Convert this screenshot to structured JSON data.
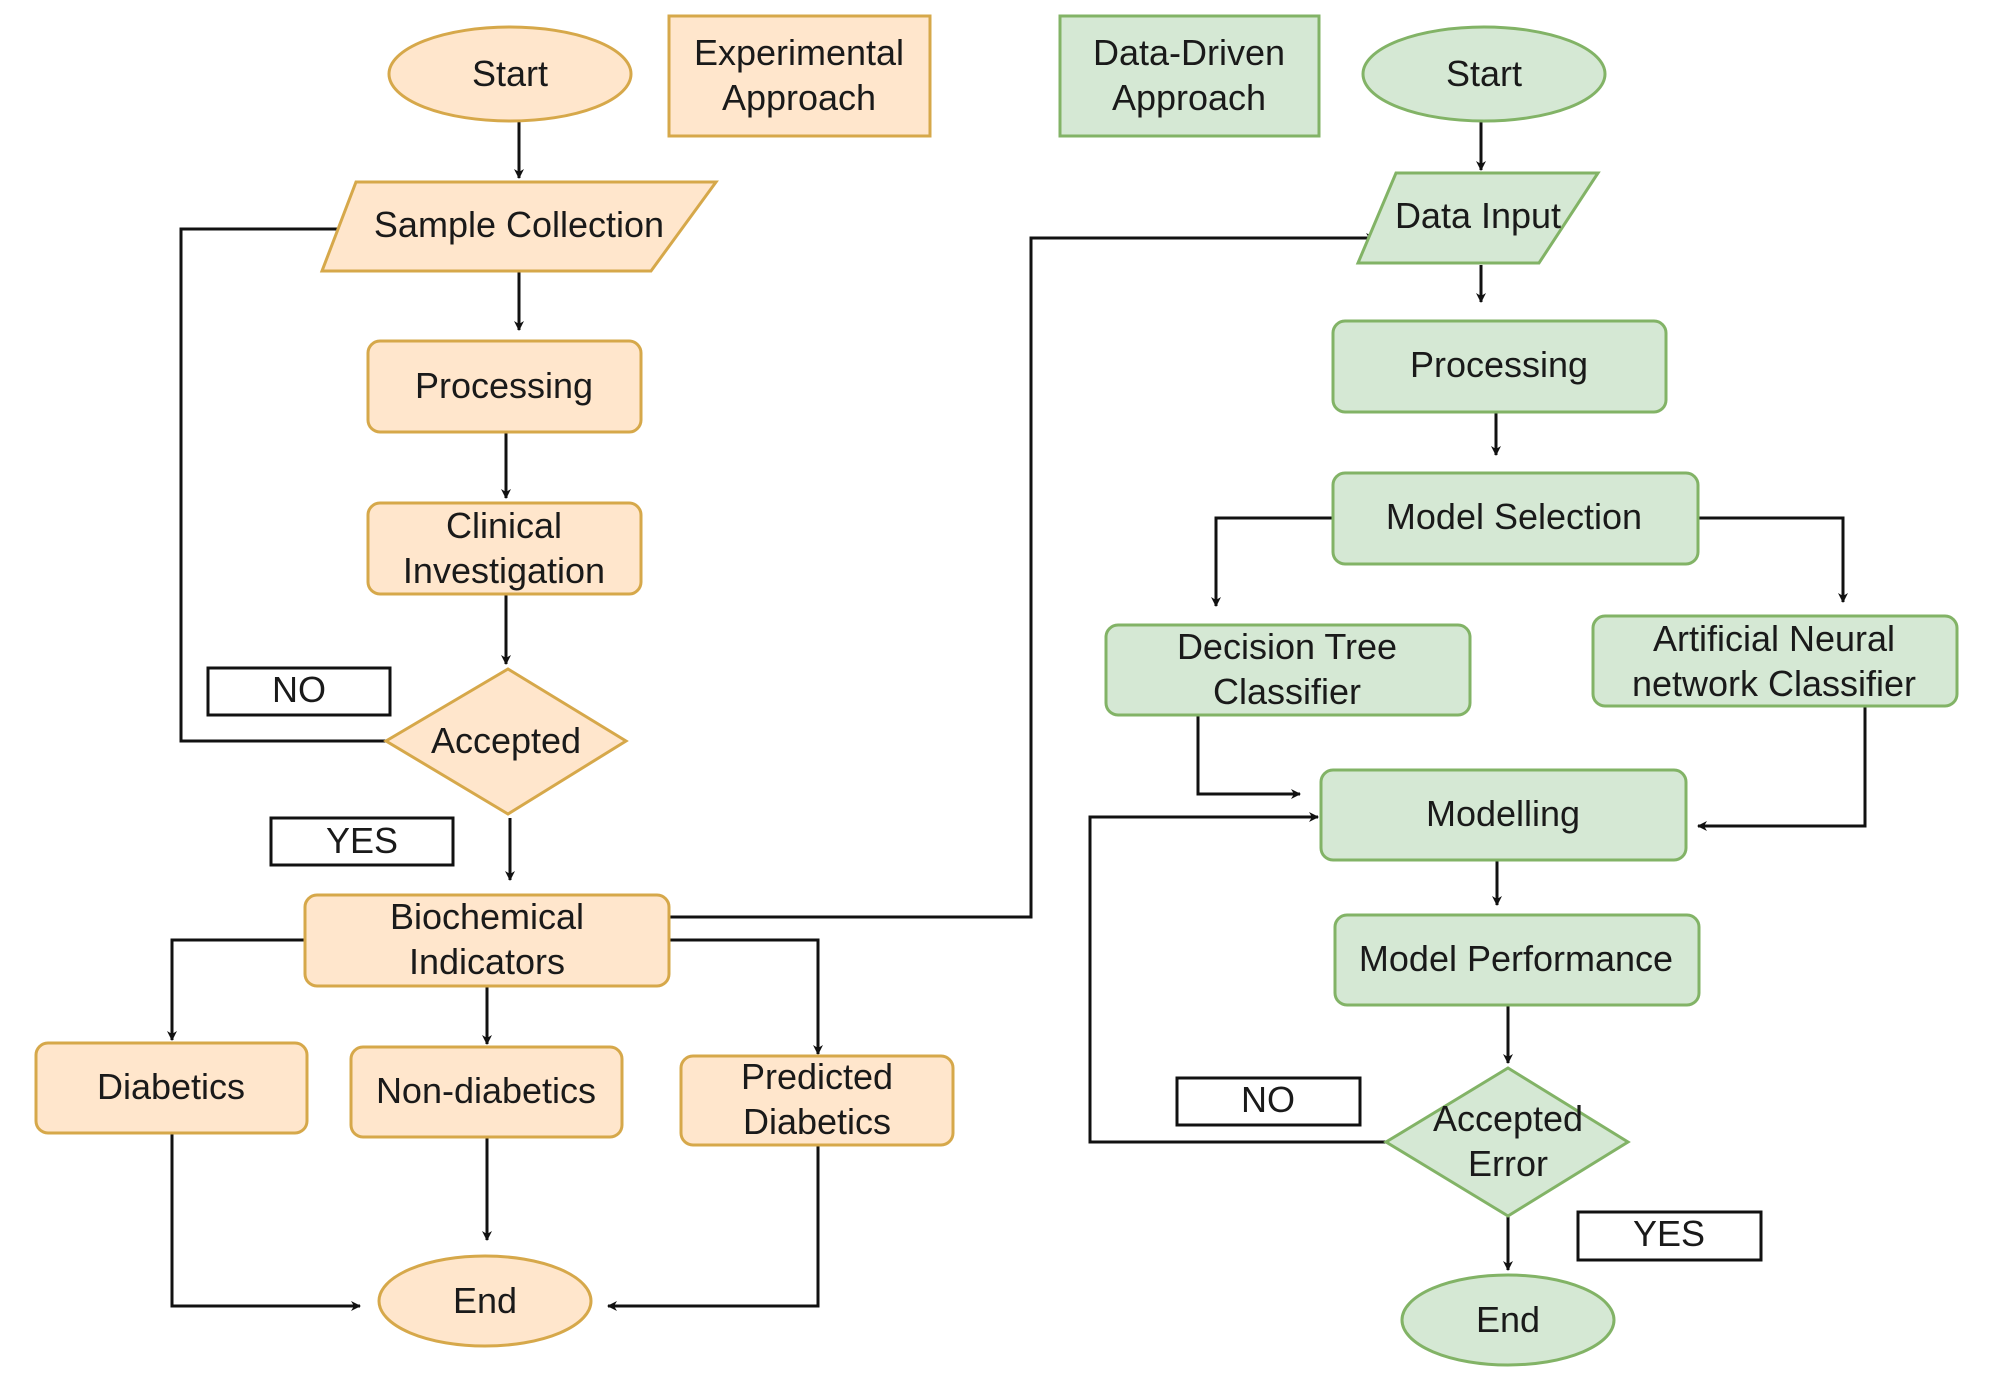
{
  "colors": {
    "experimental_fill": "#FFE6CC",
    "experimental_stroke": "#D6A84A",
    "datadriven_fill": "#D5E8D4",
    "datadriven_stroke": "#82B366",
    "label_box_fill": "#FFFFFF",
    "label_box_stroke": "#111111",
    "connector": "#111111"
  },
  "legend": {
    "experimental": [
      "Experimental",
      "Approach"
    ],
    "datadriven": [
      "Data-Driven",
      "Approach"
    ]
  },
  "experimental": {
    "start": "Start",
    "sample_collection": "Sample Collection",
    "processing": "Processing",
    "clinical_investigation": [
      "Clinical",
      "Investigation"
    ],
    "accepted": "Accepted",
    "no_label": "NO",
    "yes_label": "YES",
    "biochemical_indicators": [
      "Biochemical",
      "Indicators"
    ],
    "diabetics": "Diabetics",
    "non_diabetics": "Non-diabetics",
    "predicted_diabetics": [
      "Predicted",
      "Diabetics"
    ],
    "end": "End"
  },
  "datadriven": {
    "start": "Start",
    "data_input": "Data Input",
    "processing": "Processing",
    "model_selection": "Model Selection",
    "decision_tree": [
      "Decision Tree",
      "Classifier"
    ],
    "ann": [
      "Artificial Neural",
      "network Classifier"
    ],
    "modelling": "Modelling",
    "model_performance": "Model Performance",
    "accepted_error": [
      "Accepted",
      "Error"
    ],
    "no_label": "NO",
    "yes_label": "YES",
    "end": "End"
  }
}
